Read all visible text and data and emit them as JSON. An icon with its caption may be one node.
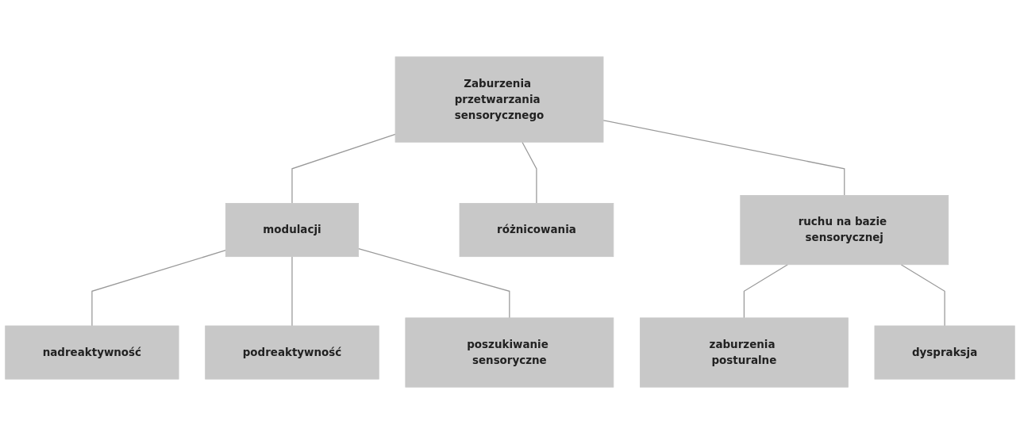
{
  "diagram": {
    "nodes": [
      {
        "text": [
          "Zaburzenia przetwarzania sensorycznego"
        ]
      },
      {
        "text": [
          "modulacji"
        ]
      },
      {
        "text": [
          "różnicowania"
        ]
      },
      {
        "text": [
          "ruchu na bazie sensorycznej"
        ]
      },
      {
        "text": [
          "nadreaktywność"
        ]
      },
      {
        "text": [
          "podreaktywność"
        ]
      },
      {
        "text": [
          "poszukiwanie sensoryczne"
        ]
      },
      {
        "text": [
          "zaburzenia posturalne"
        ]
      },
      {
        "text": [
          "dyspraksja"
        ]
      }
    ],
    "edges": [
      {
        "from": 0,
        "to": 1,
        "arrow": "none"
      },
      {
        "from": 0,
        "to": 2,
        "arrow": "none"
      },
      {
        "from": 0,
        "to": 3,
        "arrow": "none"
      },
      {
        "from": 1,
        "to": 4,
        "arrow": "none"
      },
      {
        "from": 1,
        "to": 5,
        "arrow": "none"
      },
      {
        "from": 1,
        "to": 6,
        "arrow": "none"
      },
      {
        "from": 3,
        "to": 7,
        "arrow": "none"
      },
      {
        "from": 3,
        "to": 8,
        "arrow": "none"
      }
    ]
  }
}
